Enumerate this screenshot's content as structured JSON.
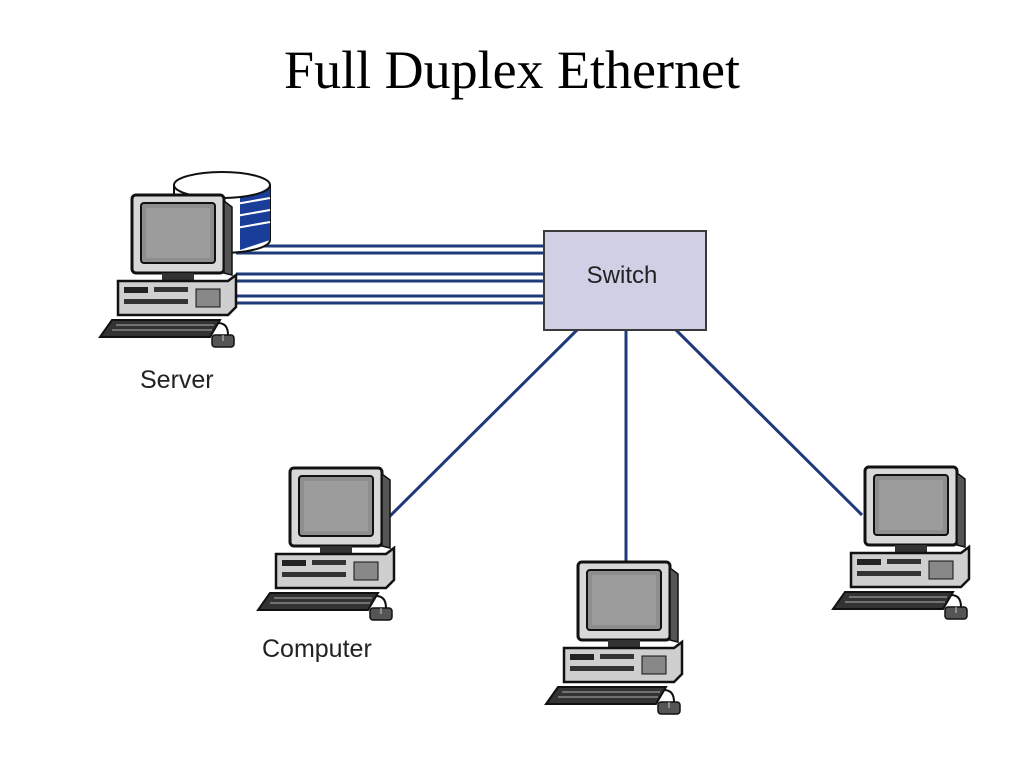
{
  "title": "Full Duplex Ethernet",
  "switch": {
    "label": "Switch"
  },
  "server": {
    "label": "Server"
  },
  "computers": [
    {
      "label": "Computer"
    },
    {
      "label": ""
    },
    {
      "label": ""
    }
  ],
  "colors": {
    "link": "#1e3a7a",
    "switch_fill": "#cfcfe6",
    "switch_border": "#3a3a3a",
    "storage": "#1a3d9a"
  }
}
